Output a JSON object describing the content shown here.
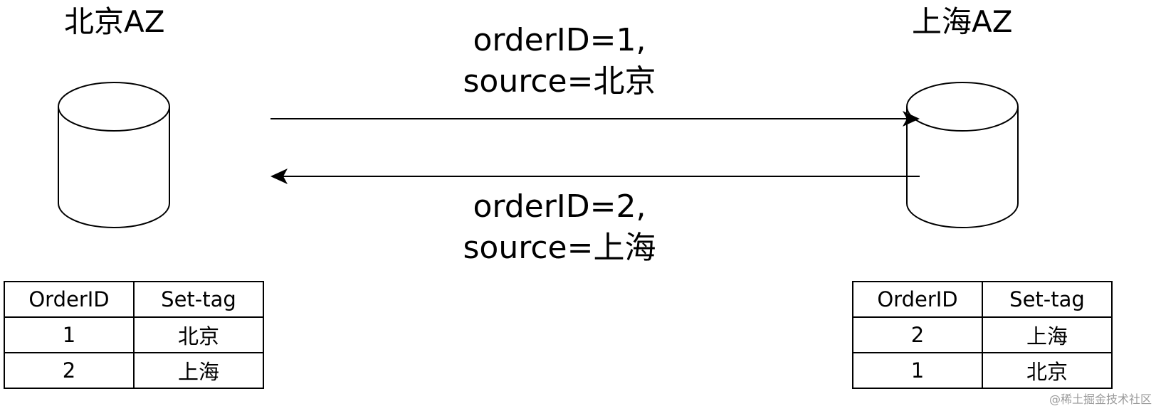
{
  "beijing_az": {
    "title": "北京AZ",
    "table": {
      "headers": [
        "OrderID",
        "Set-tag"
      ],
      "rows": [
        [
          "1",
          "北京"
        ],
        [
          "2",
          "上海"
        ]
      ]
    }
  },
  "shanghai_az": {
    "title": "上海AZ",
    "table": {
      "headers": [
        "OrderID",
        "Set-tag"
      ],
      "rows": [
        [
          "2",
          "上海"
        ],
        [
          "1",
          "北京"
        ]
      ]
    }
  },
  "messages": {
    "to_shanghai": {
      "line1": "orderID=1,",
      "line2": "source=北京"
    },
    "to_beijing": {
      "line1": "orderID=2,",
      "line2": "source=上海"
    }
  },
  "watermark": "@稀土掘金技术社区",
  "colors": {
    "stroke": "#000000",
    "background": "#ffffff"
  }
}
